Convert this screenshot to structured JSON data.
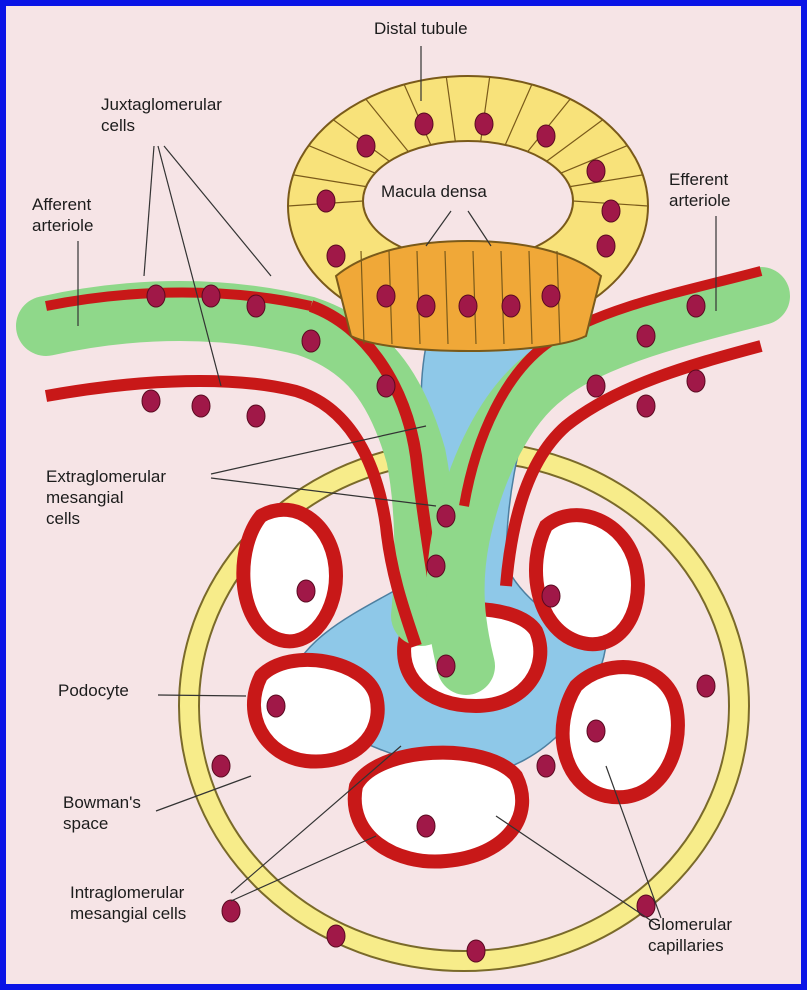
{
  "figure": {
    "colors": {
      "frame": "#0a14e6",
      "background": "#f6e4e6",
      "capillary_wall": "#c81818",
      "juxtaglomerular_cells": "#8fd88a",
      "macula_densa": "#f0a838",
      "distal_tubule": "#f8e27a",
      "mesangium": "#8ec8e8",
      "bowman_capsule": "#f7ec8a",
      "nucleus": "#a01848"
    },
    "labels": {
      "distal_tubule": "Distal tubule",
      "juxtaglomerular_cells": "Juxtaglomerular\ncells",
      "afferent_arteriole": "Afferent\narteriole",
      "macula_densa": "Macula densa",
      "efferent_arteriole": "Efferent\narteriole",
      "extraglomerular_mesangial_cells": "Extraglomerular\nmesangial\ncells",
      "podocyte": "Podocyte",
      "bowmans_space": "Bowman's\nspace",
      "intraglomerular_mesangial_cells": "Intraglomerular\nmesangial cells",
      "glomerular_capillaries": "Glomerular\ncapillaries"
    }
  }
}
